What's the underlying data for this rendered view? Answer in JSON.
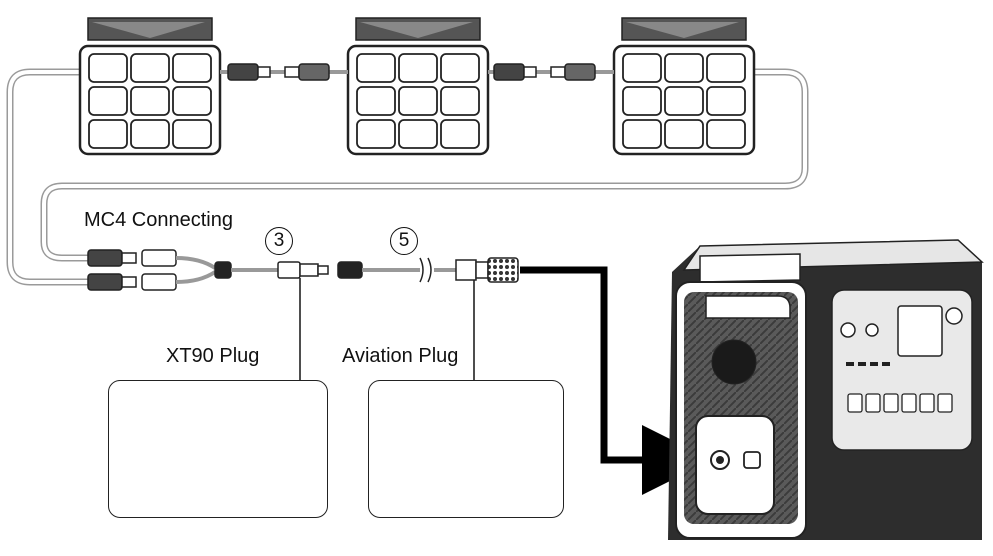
{
  "labels": {
    "mc4": "MC4 Connecting",
    "xt90": "XT90 Plug",
    "aviation": "Aviation Plug",
    "step_xt90": "3",
    "step_aviation": "5"
  },
  "panels": [
    {
      "name": "solar-panel-1"
    },
    {
      "name": "solar-panel-2"
    },
    {
      "name": "solar-panel-3"
    }
  ],
  "colors": {
    "stroke": "#222222",
    "cable": "#bdbdbd",
    "arrow": "#000000",
    "body": "#3a3a3a"
  }
}
